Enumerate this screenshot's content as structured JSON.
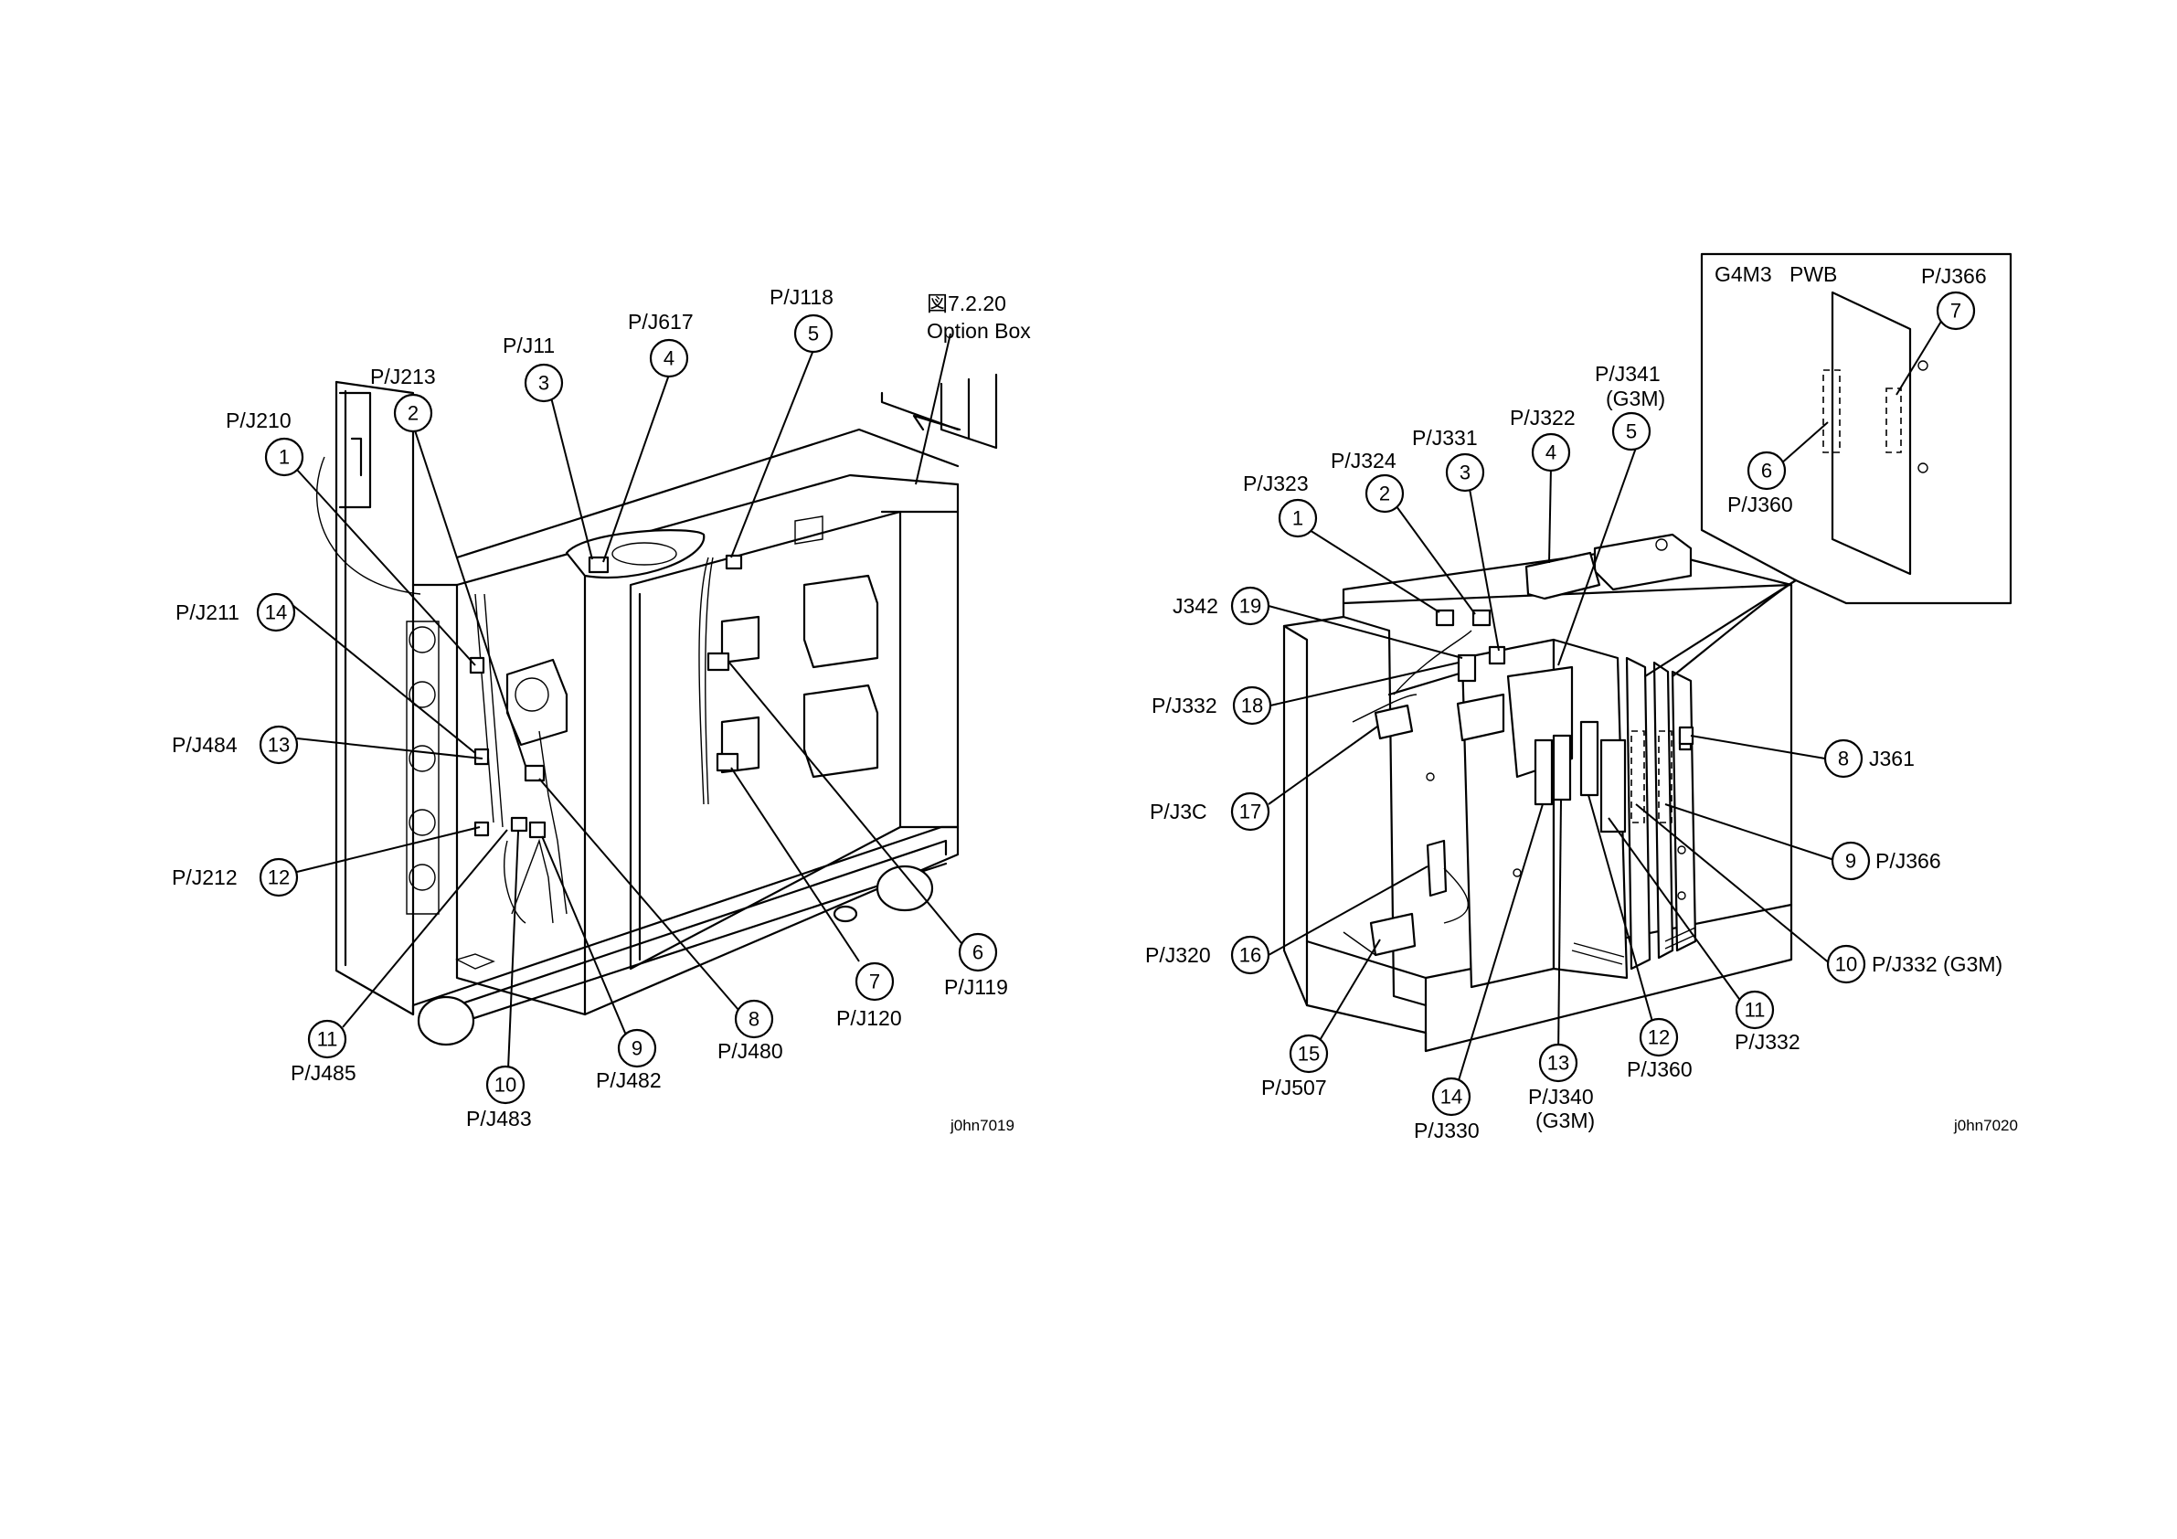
{
  "left_diagram": {
    "figure_ref": "図7.2.20",
    "figure_name": "Option Box",
    "code": "j0hn7019",
    "callouts": [
      {
        "n": "1",
        "label": "P/J210"
      },
      {
        "n": "2",
        "label": "P/J213"
      },
      {
        "n": "3",
        "label": "P/J11"
      },
      {
        "n": "4",
        "label": "P/J617"
      },
      {
        "n": "5",
        "label": "P/J118"
      },
      {
        "n": "6",
        "label": "P/J119"
      },
      {
        "n": "7",
        "label": "P/J120"
      },
      {
        "n": "8",
        "label": "P/J480"
      },
      {
        "n": "9",
        "label": "P/J482"
      },
      {
        "n": "10",
        "label": "P/J483"
      },
      {
        "n": "11",
        "label": "P/J485"
      },
      {
        "n": "12",
        "label": "P/J212"
      },
      {
        "n": "13",
        "label": "P/J484"
      },
      {
        "n": "14",
        "label": "P/J211"
      }
    ]
  },
  "right_diagram": {
    "code": "j0hn7020",
    "inset_title_a": "G4M3",
    "inset_title_b": "PWB",
    "inset_callouts": [
      {
        "n": "7",
        "label": "P/J366"
      },
      {
        "n": "6",
        "label": "P/J360"
      }
    ],
    "callouts": [
      {
        "n": "1",
        "label": "P/J323"
      },
      {
        "n": "2",
        "label": "P/J324"
      },
      {
        "n": "3",
        "label": "P/J331"
      },
      {
        "n": "4",
        "label": "P/J322"
      },
      {
        "n": "5",
        "label": "P/J341",
        "sub": "(G3M)"
      },
      {
        "n": "8",
        "label": "J361"
      },
      {
        "n": "9",
        "label": "P/J366"
      },
      {
        "n": "10",
        "label": "P/J332 (G3M)"
      },
      {
        "n": "11",
        "label": "P/J332"
      },
      {
        "n": "12",
        "label": "P/J360"
      },
      {
        "n": "13",
        "label": "P/J340",
        "sub": "(G3M)"
      },
      {
        "n": "14",
        "label": "P/J330"
      },
      {
        "n": "15",
        "label": "P/J507"
      },
      {
        "n": "16",
        "label": "P/J320"
      },
      {
        "n": "17",
        "label": "P/J3C"
      },
      {
        "n": "18",
        "label": "P/J332"
      },
      {
        "n": "19",
        "label": "J342"
      }
    ]
  }
}
